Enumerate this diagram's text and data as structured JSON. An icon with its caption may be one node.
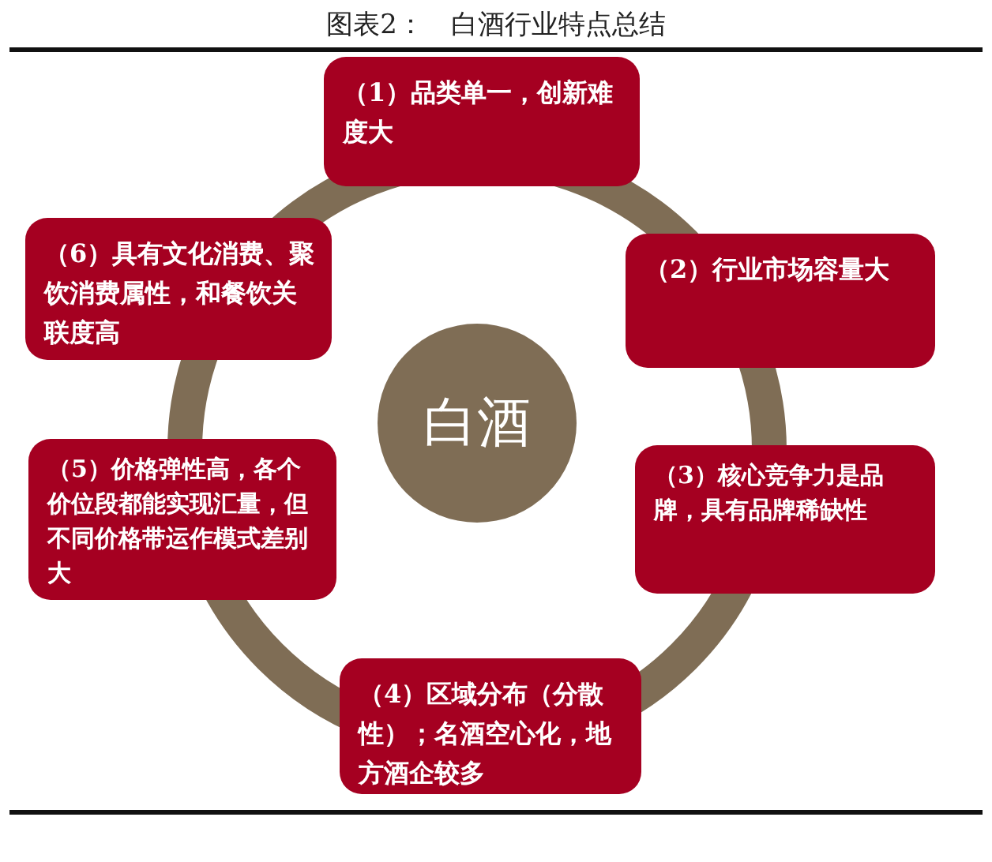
{
  "diagram": {
    "title": "图表2：　白酒行业特点总结",
    "nodes": [
      {
        "text": [
          "白酒"
        ]
      },
      {
        "text": [
          "（1）品类单一，创新难度大"
        ]
      },
      {
        "text": [
          "（2）行业市场容量大"
        ]
      },
      {
        "text": [
          "（3）核心竞争力是品牌，具有品牌稀缺性"
        ]
      },
      {
        "text": [
          "（4）区域分布（分散性）；名酒空心化，地方酒企较多"
        ]
      },
      {
        "text": [
          "（5）价格弹性高，各个价位段都能实现汇量，但不同价格带运作模式差别大"
        ]
      },
      {
        "text": [
          "（6）具有文化消费、聚饮消费属性，和餐饮关联度高"
        ]
      }
    ]
  }
}
